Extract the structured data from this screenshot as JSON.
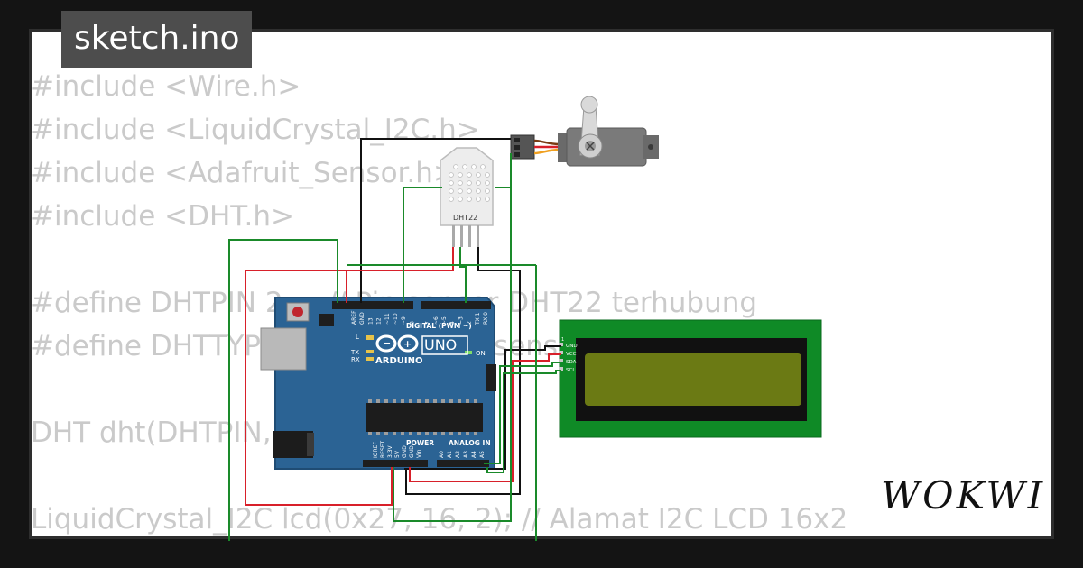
{
  "title": "sketch.ino",
  "logo": "WOKWI",
  "code_lines": [
    "#include <Wire.h>",
    "#include <LiquidCrystal_I2C.h>",
    "#include <Adafruit_Sensor.h>",
    "#include <DHT.h>",
    "",
    "#define DHTPIN 2     // Pin sensor DHT22 terhubung",
    "#define DHTTYPE DHT22 // Jenis sensor yang digunakan",
    "",
    "DHT dht(DHTPIN, DHTTYPE);",
    "",
    "LiquidCrystal_I2C lcd(0x27, 16, 2); // Alamat I2C LCD 16x2"
  ],
  "arduino": {
    "brand": "ARDUINO",
    "model": "UNO",
    "digital_label": "DIGITAL (PWM ~)",
    "power_label": "POWER",
    "analog_label": "ANALOG IN",
    "on_label": "ON",
    "led_l": "L",
    "led_tx": "TX",
    "led_rx": "RX",
    "top_pins": [
      "AREF",
      "GND",
      "13",
      "12",
      "~11",
      "~10",
      "~9",
      "8",
      "7",
      "~6",
      "~5",
      "4",
      "~3",
      "2",
      "TX 1",
      "RX 0"
    ],
    "power_pins": [
      "IOREF",
      "RESET",
      "3.3V",
      "5V",
      "GND",
      "GND",
      "Vin"
    ],
    "analog_pins": [
      "A0",
      "A1",
      "A2",
      "A3",
      "A4",
      "A5"
    ]
  },
  "dht_label": "DHT22",
  "lcd_pins": [
    "GND",
    "VCC",
    "SDA",
    "SCL"
  ],
  "colors": {
    "board": "#2b6394",
    "wire_red": "#d8202a",
    "wire_black": "#111111",
    "wire_green": "#1a8a2a",
    "lcd_pcb": "#0f8a26",
    "lcd_screen": "#6b7a14"
  }
}
